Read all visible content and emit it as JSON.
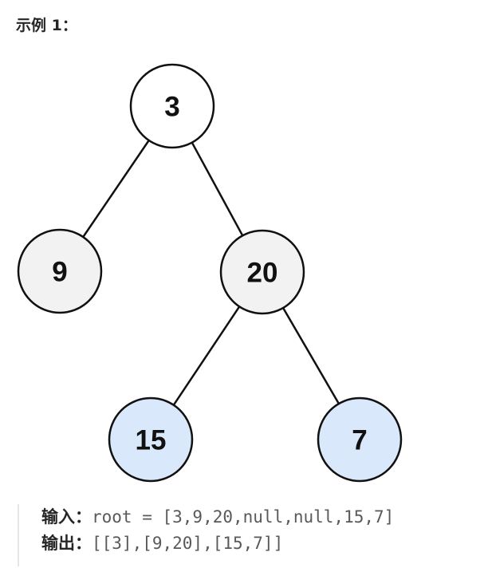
{
  "heading": "示例 1：",
  "colors": {
    "node_default_fill": "#f2f2f2",
    "node_root_fill": "#ffffff",
    "node_leaf_fill": "#dae8fc",
    "stroke": "#111111"
  },
  "tree": {
    "nodes": [
      {
        "id": "n3",
        "label": "3",
        "fill": "#ffffff"
      },
      {
        "id": "n9",
        "label": "9",
        "fill": "#f2f2f2"
      },
      {
        "id": "n20",
        "label": "20",
        "fill": "#f2f2f2"
      },
      {
        "id": "n15",
        "label": "15",
        "fill": "#dae8fc"
      },
      {
        "id": "n7",
        "label": "7",
        "fill": "#dae8fc"
      }
    ],
    "edges": [
      {
        "from": "n3",
        "to": "n9"
      },
      {
        "from": "n3",
        "to": "n20"
      },
      {
        "from": "n20",
        "to": "n15"
      },
      {
        "from": "n20",
        "to": "n7"
      }
    ]
  },
  "example": {
    "input_label": "输入：",
    "input_value": "root = [3,9,20,null,null,15,7]",
    "output_label": "输出：",
    "output_value": "[[3],[9,20],[15,7]]"
  }
}
